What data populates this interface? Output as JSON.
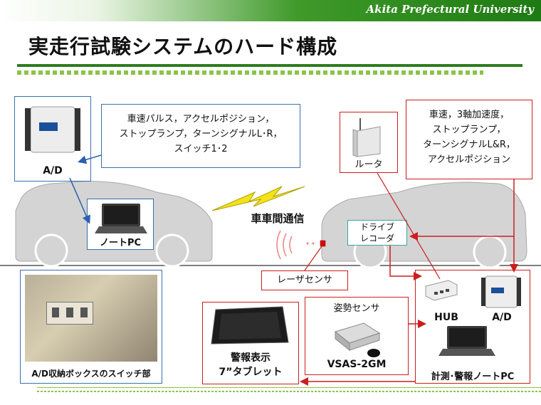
{
  "header": {
    "university": "Akita Prefectural University"
  },
  "slide": {
    "title": "実走行試験システムのハード構成"
  },
  "ad_box": {
    "label": "A/D"
  },
  "signals_left": {
    "lines": [
      "車速パルス，アクセルポジション，",
      "ストップランプ，ターンシグナルL･R，",
      "スイッチ1･2"
    ]
  },
  "signals_right": {
    "lines": [
      "車速，3軸加速度，",
      "ストップランプ，",
      "ターンシグナルL&R，",
      "アクセルポジション"
    ]
  },
  "router": {
    "label": "ルータ"
  },
  "laptop_left": {
    "label": "ノートPC"
  },
  "v2v": {
    "label": "車車間通信"
  },
  "drive_recorder": {
    "line1": "ドライブ",
    "line2": "レコーダ"
  },
  "laser_sensor": {
    "label": "レーザセンサ"
  },
  "switch_box": {
    "label": "A/D収納ボックスのスイッチ部"
  },
  "tablet": {
    "line1": "警報表示",
    "line2": "7”タブレット"
  },
  "attitude_sensor": {
    "title": "姿勢センサ",
    "model": "VSAS-2GM"
  },
  "measure_pc": {
    "hub": "HUB",
    "ad": "A/D",
    "label": "計測･警報ノートPC"
  },
  "colors": {
    "accent_green": "#2e7d1f",
    "box_blue": "#3a6fb0",
    "box_red": "#cc1e1e",
    "bolt_yellow": "#f4e21a",
    "car_gray": "#d4d4d4"
  }
}
